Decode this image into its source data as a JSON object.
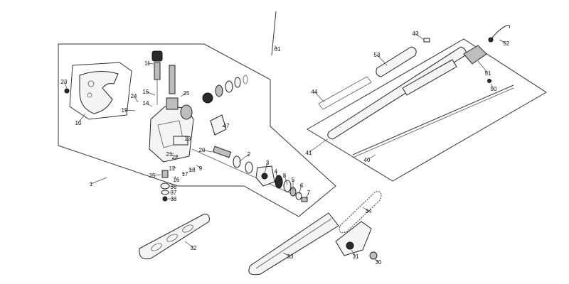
{
  "labels": [
    "1",
    "2",
    "3",
    "4",
    "5",
    "6",
    "7",
    "8",
    "9",
    "10",
    "11",
    "12",
    "13",
    "14",
    "15",
    "16",
    "17",
    "18",
    "19",
    "20",
    "21",
    "22",
    "23",
    "24",
    "25",
    "30",
    "31",
    "32",
    "33",
    "34",
    "35",
    "36",
    "37",
    "38",
    "40",
    "41",
    "43",
    "44",
    "47",
    "50",
    "51",
    "52",
    "53",
    "61"
  ],
  "colors": {
    "ink": "#222222",
    "paper": "#ffffff",
    "fill": "#f4f4f4",
    "shade": "#bdbdbd"
  }
}
